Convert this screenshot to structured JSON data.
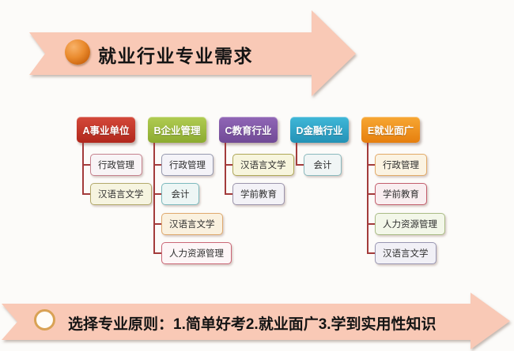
{
  "page": {
    "background": "#fcfbf9"
  },
  "top_banner": {
    "label": "就业行业专业需求",
    "arrow_fill": "#f9c9b6",
    "bullet_icon": "orange-sphere-icon"
  },
  "bottom_banner": {
    "label": "选择专业原则：1.简单好考2.就业面广3.学到实用性知识",
    "arrow_fill": "#f9c9b6",
    "bullet_icon": "hollow-circle-icon",
    "ring_color": "#d9a255"
  },
  "org_chart": {
    "connector_color": "#a33b3b",
    "columns": [
      {
        "id": "A",
        "header": {
          "label": "A事业单位",
          "color_top": "#d4493a",
          "color_bottom": "#b1271c"
        },
        "children": [
          {
            "label": "行政管理",
            "fill": "#f8f4f6",
            "border": "#c5818d"
          },
          {
            "label": "汉语言文学",
            "fill": "#f6f4e0",
            "border": "#b2a96b"
          }
        ]
      },
      {
        "id": "B",
        "header": {
          "label": "B企业管理",
          "color_top": "#b0cc52",
          "color_bottom": "#8cab30"
        },
        "children": [
          {
            "label": "行政管理",
            "fill": "#f4f3f8",
            "border": "#9699af"
          },
          {
            "label": "会计",
            "fill": "#edf6f5",
            "border": "#7cb9bd"
          },
          {
            "label": "汉语言文学",
            "fill": "#faf1df",
            "border": "#dfa96d"
          },
          {
            "label": "人力资源管理",
            "fill": "#fdf6f7",
            "border": "#cb6676"
          }
        ]
      },
      {
        "id": "C",
        "header": {
          "label": "C教育行业",
          "color_top": "#9066b6",
          "color_bottom": "#714a96"
        },
        "children": [
          {
            "label": "汉语言文学",
            "fill": "#f7f5dd",
            "border": "#aea757"
          },
          {
            "label": "学前教育",
            "fill": "#f3f2f7",
            "border": "#9b94ac"
          }
        ]
      },
      {
        "id": "D",
        "header": {
          "label": "D金融行业",
          "color_top": "#3fb7d8",
          "color_bottom": "#2492b6"
        },
        "children": [
          {
            "label": "会计",
            "fill": "#f0f5f5",
            "border": "#8ab9bd"
          }
        ]
      },
      {
        "id": "E",
        "header": {
          "label": "E就业面广",
          "color_top": "#f7a733",
          "color_bottom": "#e67f0e"
        },
        "children": [
          {
            "label": "行政管理",
            "fill": "#fbf3e2",
            "border": "#e2aa67"
          },
          {
            "label": "学前教育",
            "fill": "#f9eef0",
            "border": "#c25d6b"
          },
          {
            "label": "人力资源管理",
            "fill": "#f3f7e9",
            "border": "#a9bc85"
          },
          {
            "label": "汉语言文学",
            "fill": "#f1f0f6",
            "border": "#9896b2"
          }
        ]
      }
    ]
  }
}
